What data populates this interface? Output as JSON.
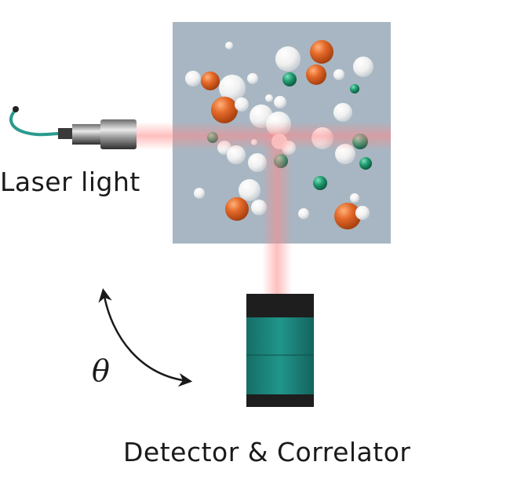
{
  "labels": {
    "laser": "Laser light",
    "detector": "Detector & Correlator",
    "angle": "θ"
  },
  "colors": {
    "sample_background": "#a7b6c2",
    "particle_orange": "#e4692a",
    "particle_white": "#f4f4f4",
    "particle_green": "#1f9a6f",
    "beam": "#ff8a8a",
    "detector_body": "#1c8b82",
    "detector_dark": "#1e1e1e"
  },
  "icons": {
    "laser": "laser-emitter-icon",
    "detector": "detector-box-icon",
    "angle": "curved-arrow-icon"
  }
}
